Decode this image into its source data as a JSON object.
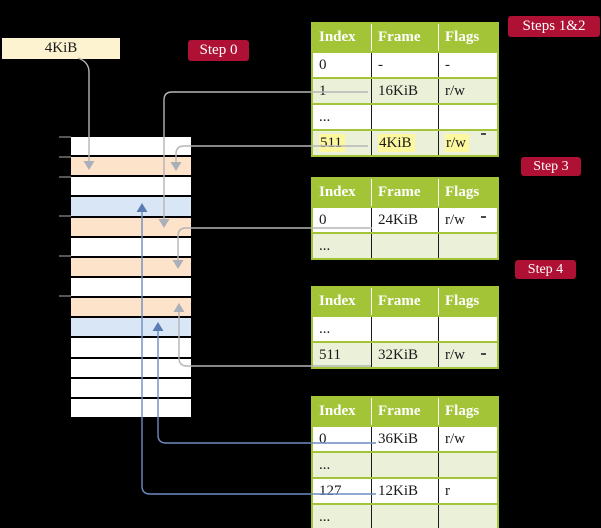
{
  "page_size_box": {
    "label": "4KiB"
  },
  "badges": {
    "step0": "Step 0",
    "steps12": "Steps 1&2",
    "step3": "Step 3",
    "step4": "Step 4"
  },
  "tables": [
    {
      "name": "page-table-steps-1-2",
      "headers": [
        "Index",
        "Frame",
        "Flags"
      ],
      "rows": [
        {
          "cells": [
            "0",
            "-",
            "-"
          ],
          "shaded": false,
          "highlight": false
        },
        {
          "cells": [
            "1",
            "16KiB",
            "r/w"
          ],
          "shaded": true,
          "highlight": false
        },
        {
          "cells": [
            "...",
            "",
            ""
          ],
          "shaded": false,
          "highlight": false
        },
        {
          "cells": [
            "511",
            "4KiB",
            "r/w"
          ],
          "shaded": true,
          "highlight": true
        }
      ]
    },
    {
      "name": "page-table-step-3",
      "headers": [
        "Index",
        "Frame",
        "Flags"
      ],
      "rows": [
        {
          "cells": [
            "0",
            "24KiB",
            "r/w"
          ],
          "shaded": false,
          "highlight": false
        },
        {
          "cells": [
            "...",
            "",
            ""
          ],
          "shaded": true,
          "highlight": false
        }
      ]
    },
    {
      "name": "page-table-step-4-upper",
      "headers": [
        "Index",
        "Frame",
        "Flags"
      ],
      "rows": [
        {
          "cells": [
            "...",
            "",
            ""
          ],
          "shaded": false,
          "highlight": false
        },
        {
          "cells": [
            "511",
            "32KiB",
            "r/w"
          ],
          "shaded": true,
          "highlight": false
        }
      ]
    },
    {
      "name": "page-table-step-4-lower",
      "headers": [
        "Index",
        "Frame",
        "Flags"
      ],
      "rows": [
        {
          "cells": [
            "0",
            "36KiB",
            "r/w"
          ],
          "shaded": false,
          "highlight": false
        },
        {
          "cells": [
            "...",
            "",
            ""
          ],
          "shaded": true,
          "highlight": false
        },
        {
          "cells": [
            "127",
            "12KiB",
            "r"
          ],
          "shaded": false,
          "highlight": false
        },
        {
          "cells": [
            "...",
            "",
            ""
          ],
          "shaded": true,
          "highlight": false
        }
      ]
    }
  ],
  "memory": {
    "row_colors": [
      "#ffffff",
      "#fce3c9",
      "#ffffff",
      "#d9e6f6",
      "#fce3c9",
      "#ffffff",
      "#fce3c9",
      "#ffffff",
      "#fce3c9",
      "#d9e6f6",
      "#ffffff",
      "#ffffff",
      "#ffffff",
      "#ffffff"
    ]
  },
  "colors": {
    "background": "#000000",
    "table_header_green": "#a3c437",
    "table_row_green": "#ebf0d8",
    "badge_crimson": "#ae1133",
    "cream": "#fdf3d0",
    "highlight_yellow": "#fdf89e",
    "mem_orange": "#fce3c9",
    "mem_blue": "#d9e6f6",
    "connector_gray": "#b5b5b5",
    "connector_gray_head": "#a9b0ba",
    "connector_blue": "#6d8cc0",
    "connector_blue_head": "#5b7cb2"
  }
}
